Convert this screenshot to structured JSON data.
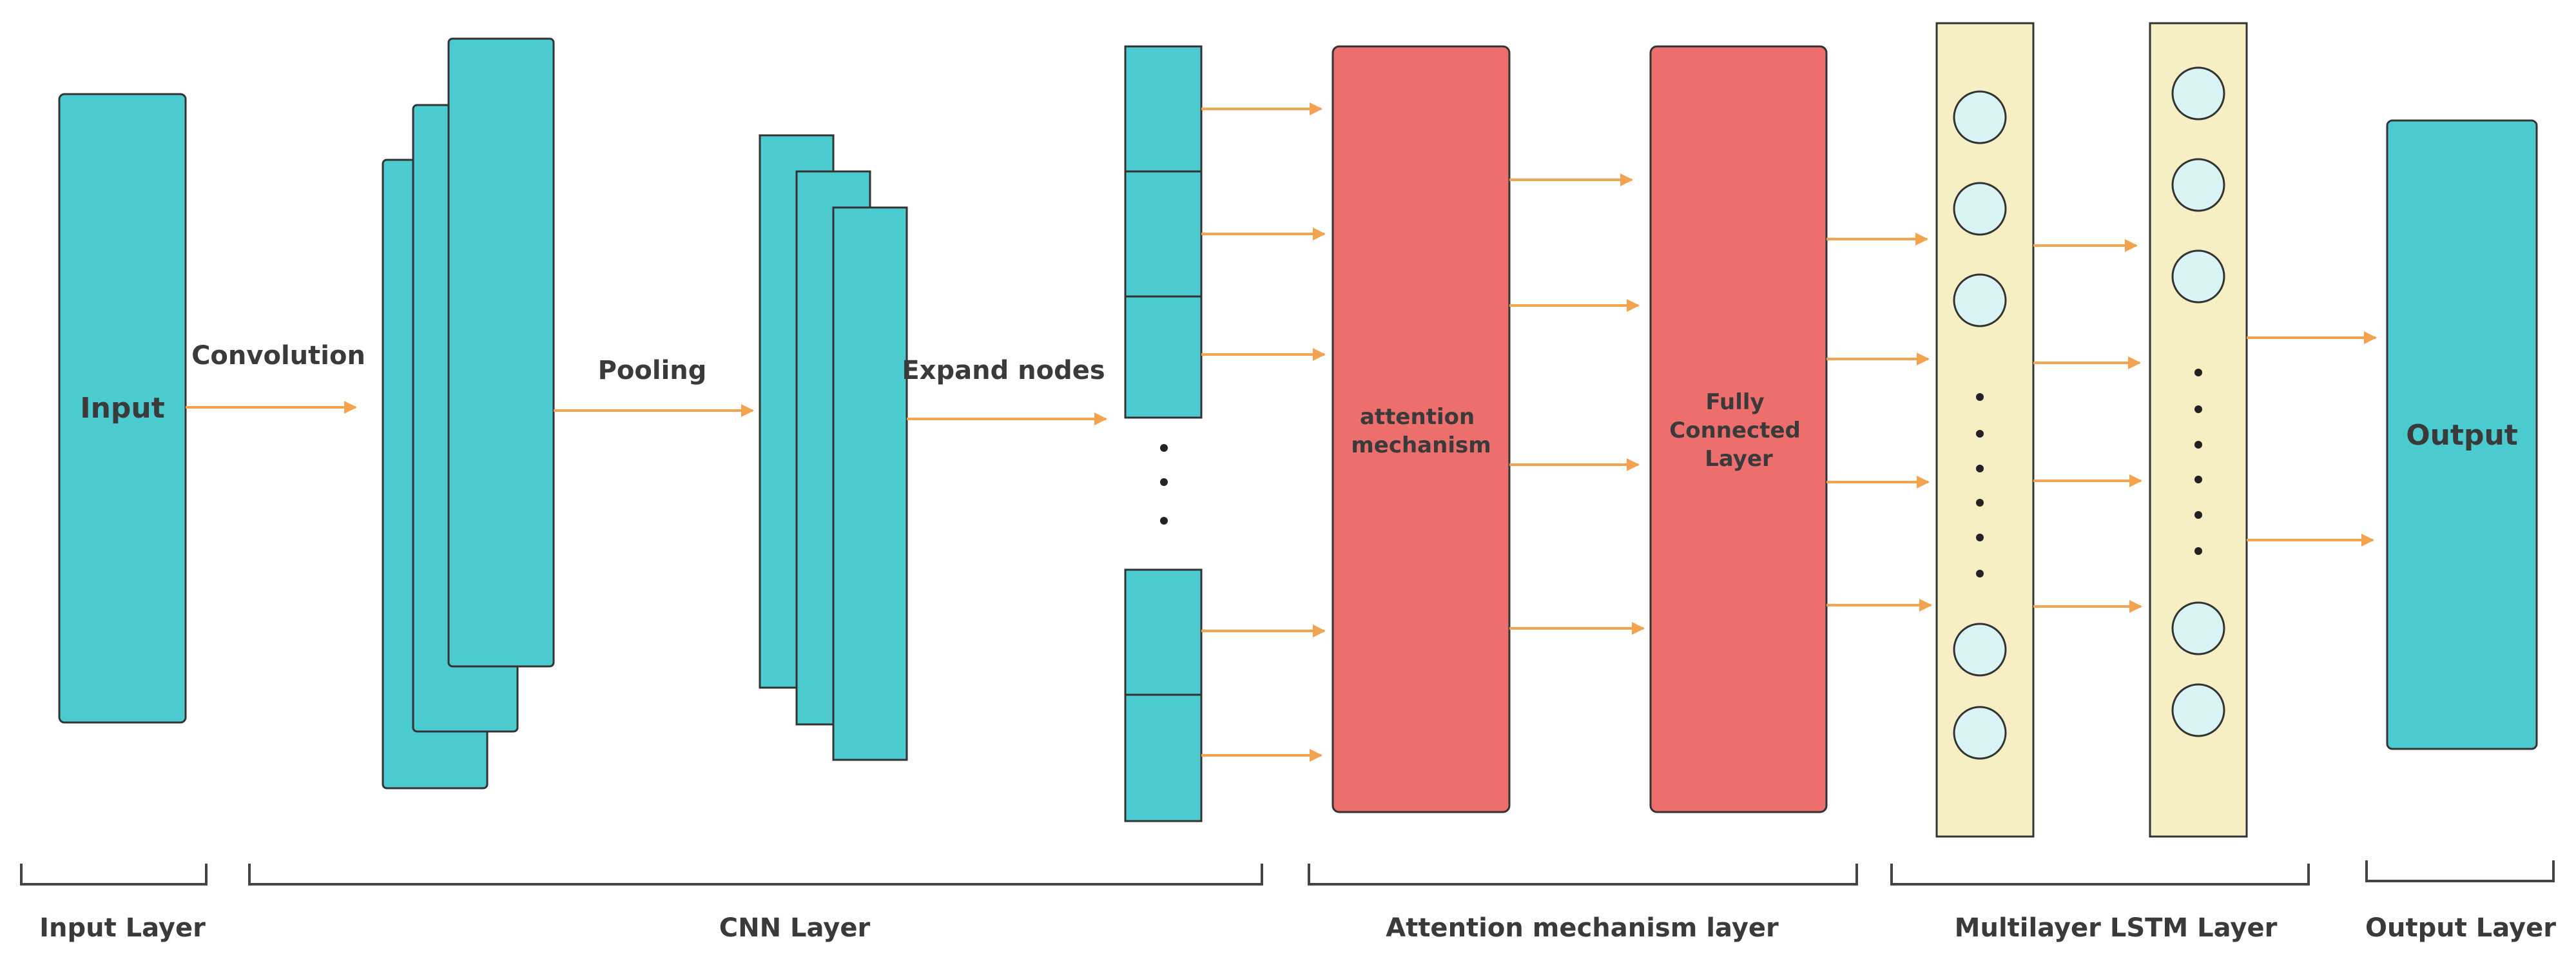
{
  "nodes": {
    "input": "Input",
    "attention": [
      "attention",
      "mechanism"
    ],
    "fully_connected": [
      "Fully",
      "Connected",
      "Layer"
    ],
    "output": "Output"
  },
  "edges": {
    "convolution": "Convolution",
    "pooling": "Pooling",
    "expand": "Expand nodes"
  },
  "layers": {
    "input": "Input Layer",
    "cnn": "CNN Layer",
    "attention": "Attention mechanism layer",
    "lstm": "Multilayer LSTM Layer",
    "output": "Output Layer"
  },
  "colors": {
    "teal": "#4bcbcf",
    "coral": "#ec6f6d",
    "cream": "#f6efc3",
    "node_fill": "#daf3f5",
    "arrow": "#f3a34f",
    "stroke": "#333333"
  }
}
